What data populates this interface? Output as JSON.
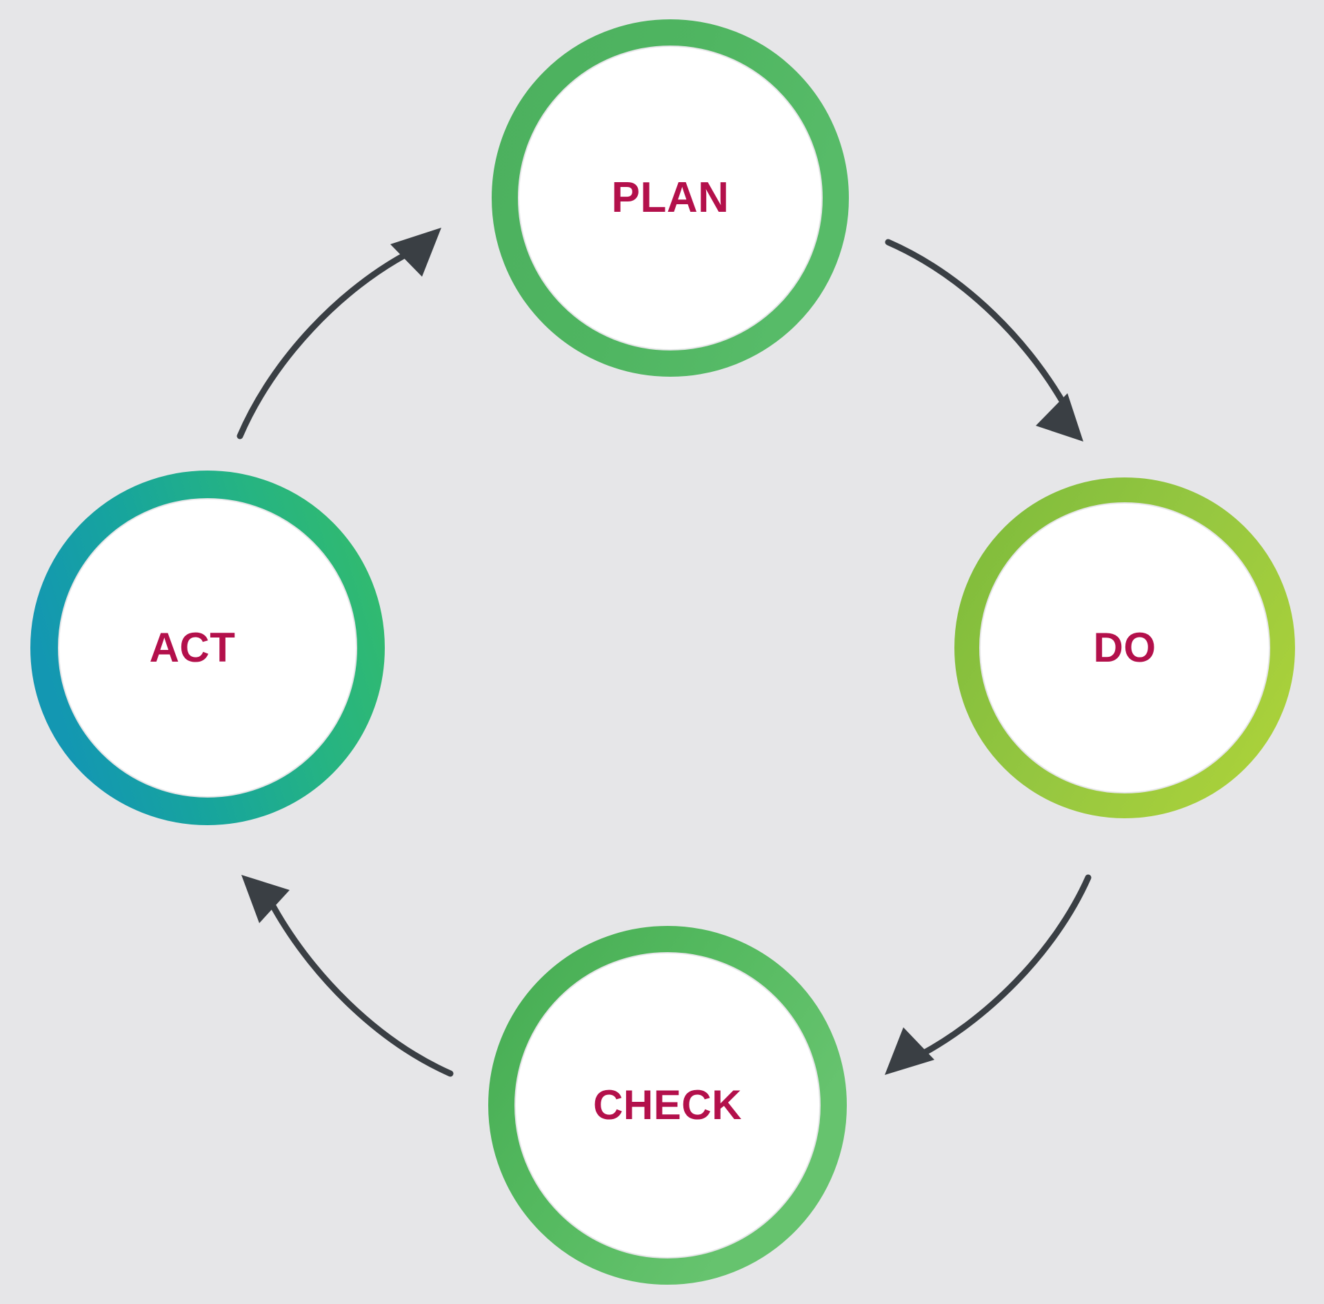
{
  "diagram": {
    "type": "pdca-cycle",
    "background_color": "#e6e6e8",
    "label_text_color": "#b3104b",
    "arrow_color": "#3a3f44",
    "nodes": [
      {
        "id": "plan",
        "label": "PLAN",
        "position": "top",
        "ring_color_start": "#4cb05e",
        "ring_color_end": "#55b863",
        "fill_color": "#ffffff"
      },
      {
        "id": "do",
        "label": "DO",
        "position": "right",
        "ring_color_start": "#84bf3f",
        "ring_color_end": "#a8ce38",
        "fill_color": "#ffffff"
      },
      {
        "id": "check",
        "label": "CHECK",
        "position": "bottom",
        "ring_color_start": "#45ab52",
        "ring_color_end": "#62c06b",
        "fill_color": "#ffffff"
      },
      {
        "id": "act",
        "label": "ACT",
        "position": "left",
        "ring_color_start": "#159bae",
        "ring_color_end": "#2eb872",
        "fill_color": "#ffffff"
      }
    ],
    "arrows": [
      {
        "id": "plan-to-do",
        "from": "plan",
        "to": "do",
        "direction": "clockwise"
      },
      {
        "id": "do-to-check",
        "from": "do",
        "to": "check",
        "direction": "clockwise"
      },
      {
        "id": "check-to-act",
        "from": "check",
        "to": "act",
        "direction": "clockwise"
      },
      {
        "id": "act-to-plan",
        "from": "act",
        "to": "plan",
        "direction": "clockwise"
      }
    ]
  }
}
